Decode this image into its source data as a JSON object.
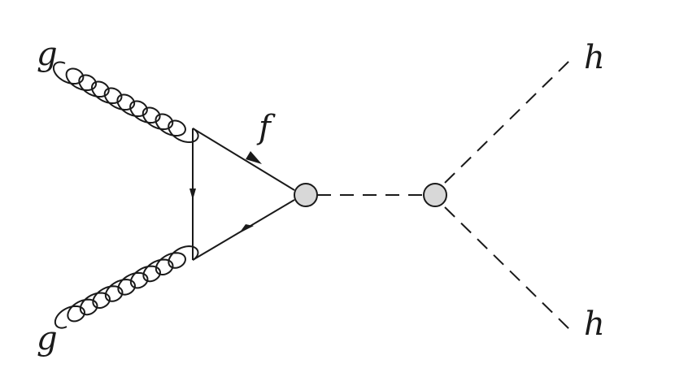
{
  "labels": {
    "gluon_top": "g",
    "gluon_bottom": "g",
    "fermion": "f",
    "higgs_top": "h",
    "higgs_bottom": "h"
  },
  "colors": {
    "line": "#1a1a1a",
    "vertex_fill": "#d8d8d8",
    "background": "#ffffff"
  }
}
